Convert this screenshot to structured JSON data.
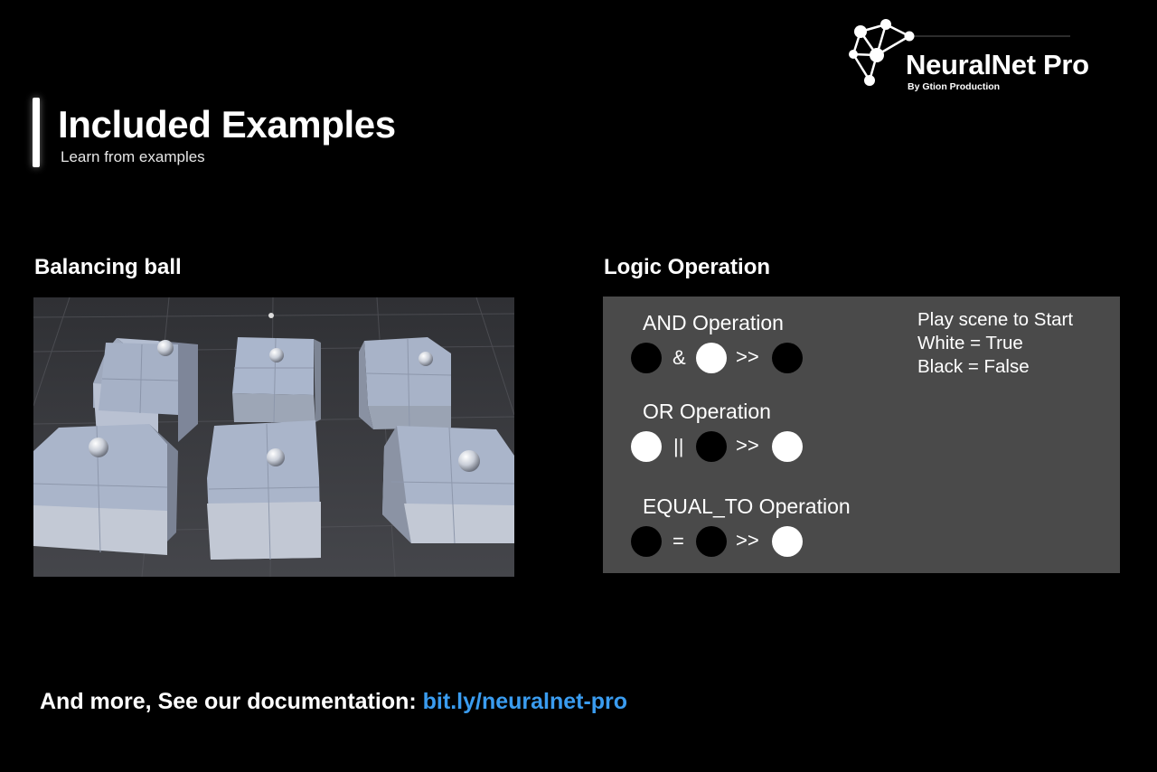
{
  "brand": {
    "name": "NeuralNet Pro",
    "tagline": "By Gtion Production"
  },
  "header": {
    "title": "Included Examples",
    "subtitle": "Learn from examples"
  },
  "sections": {
    "balancing_ball": {
      "title": "Balancing ball"
    },
    "logic_operation": {
      "title": "Logic Operation",
      "info": [
        "Play scene to Start",
        "White = True",
        "Black = False"
      ],
      "operations": [
        {
          "label": "AND Operation",
          "operator": "&",
          "arrow": ">>",
          "inputs": [
            "black",
            "white"
          ],
          "output": "black"
        },
        {
          "label": "OR Operation",
          "operator": "||",
          "arrow": ">>",
          "inputs": [
            "white",
            "black"
          ],
          "output": "white"
        },
        {
          "label": "EQUAL_TO Operation",
          "operator": "=",
          "arrow": ">>",
          "inputs": [
            "black",
            "black"
          ],
          "output": "white"
        }
      ]
    }
  },
  "footer": {
    "text": "And more, See our documentation: ",
    "link": "bit.ly/neuralnet-pro"
  },
  "colors": {
    "background": "#000000",
    "link": "#3a9cf0",
    "panel": "#4a4a4a",
    "cube_top": "#a9b5cc",
    "cube_side": "#8e96a6"
  }
}
